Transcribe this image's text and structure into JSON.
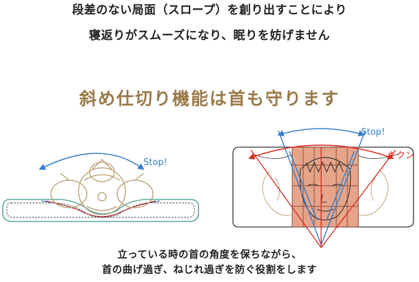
{
  "intro": {
    "line1": "段差のない局面（スロープ）を創り出すことにより",
    "line2": "寝返りがスムーズになり、眠りを妨げません"
  },
  "headline": "斜め仕切り機能は首も守ります",
  "left_diagram": {
    "stop_label": "Stop!"
  },
  "right_diagram": {
    "stop_label": "Stop!",
    "kikun_label": "キクン"
  },
  "caption": {
    "line1": "立っている時の首の角度を保ちながら、",
    "line2": "首の曲げ過ぎ、ねじれ過ぎを防ぐ役割をします"
  },
  "colors": {
    "headline": "#9a7a4a",
    "blue": "#3a7fc9",
    "red": "#d9251c",
    "teal": "#5aa8a0",
    "head": "#b79a6a",
    "skin": "#e6a58a"
  }
}
